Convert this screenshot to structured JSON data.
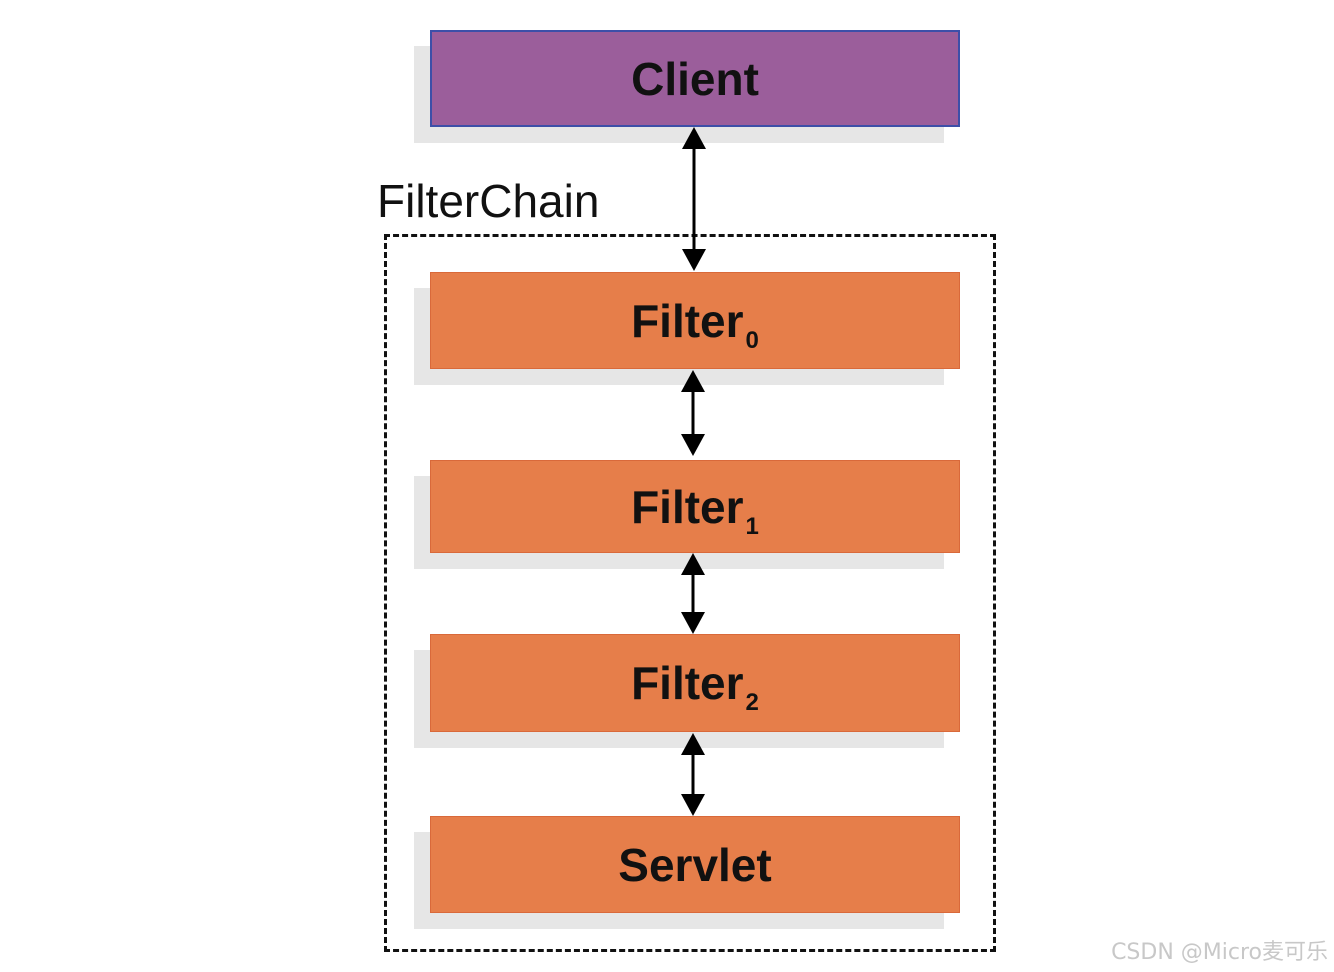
{
  "diagram": {
    "client": {
      "label": "Client"
    },
    "chain_label": "FilterChain",
    "filters": [
      {
        "name": "Filter",
        "subscript": "0"
      },
      {
        "name": "Filter",
        "subscript": "1"
      },
      {
        "name": "Filter",
        "subscript": "2"
      }
    ],
    "servlet": {
      "label": "Servlet"
    },
    "connections": [
      {
        "from": "Client",
        "to": "Filter0",
        "direction": "bidirectional"
      },
      {
        "from": "Filter0",
        "to": "Filter1",
        "direction": "bidirectional"
      },
      {
        "from": "Filter1",
        "to": "Filter2",
        "direction": "bidirectional"
      },
      {
        "from": "Filter2",
        "to": "Servlet",
        "direction": "bidirectional"
      }
    ]
  },
  "colors": {
    "client_fill": "#9b5e9b",
    "client_border": "#3d4fa8",
    "filter_fill": "#e67e4a",
    "shadow": "#e6e6e6",
    "text": "#111111"
  },
  "watermark": "CSDN @Micro麦可乐"
}
